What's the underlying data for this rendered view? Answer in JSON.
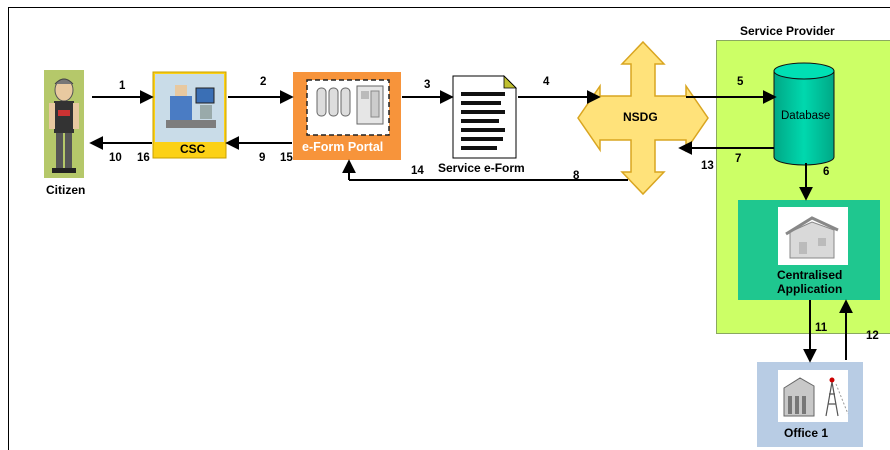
{
  "labels": {
    "service_provider": "Service  Provider",
    "citizen": "Citizen",
    "csc": "CSC",
    "eform_portal": "e-Form Portal",
    "service_eform": "Service  e-Form",
    "nsdg": "NSDG",
    "database": "Database",
    "centralised_line1": "Centralised",
    "centralised_line2": "Application",
    "office": "Office  1"
  },
  "step_numbers": {
    "n1": "1",
    "n2": "2",
    "n3": "3",
    "n4": "4",
    "n5": "5",
    "n6": "6",
    "n7": "7",
    "n8": "8",
    "n9": "9",
    "n10": "10",
    "n11": "11",
    "n12": "12",
    "n13": "13",
    "n14": "14",
    "n15": "15",
    "n16": "16"
  },
  "colors": {
    "service_provider_fill": "#ccff66",
    "csc_fill": "#fcd116",
    "portal_fill": "#f7943b",
    "nsdg_fill": "#ffe27a",
    "database_fill": "#00c8a0",
    "app_fill": "#1fc78f",
    "office_fill": "#b8cce4"
  }
}
